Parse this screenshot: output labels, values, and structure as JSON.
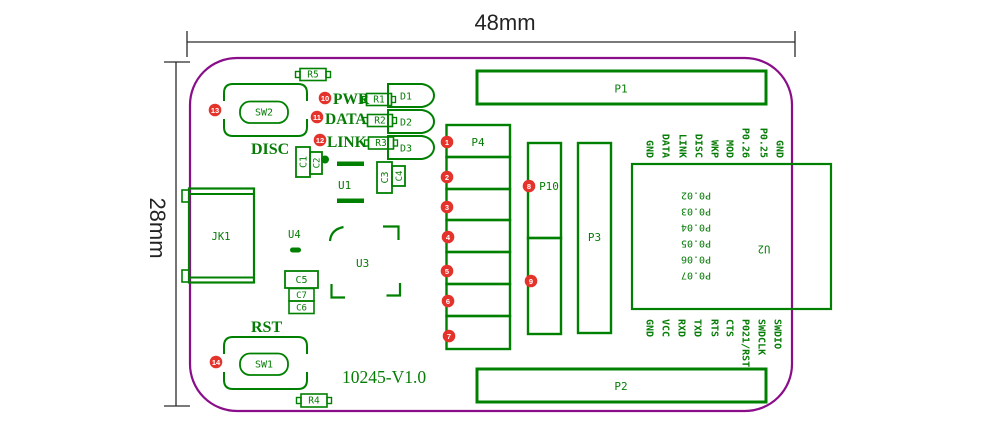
{
  "dimensions": {
    "width": "48mm",
    "height": "28mm"
  },
  "refs": {
    "r1": "R1",
    "r2": "R2",
    "r3": "R3",
    "r4": "R4",
    "r5": "R5",
    "c1": "C1",
    "c2": "C2",
    "c3": "C3",
    "c4": "C4",
    "c5": "C5",
    "c6": "C6",
    "c7": "C7",
    "d1": "D1",
    "d2": "D2",
    "d3": "D3",
    "u1": "U1",
    "u2": "U2",
    "u3": "U3",
    "u4": "U4",
    "sw1": "SW1",
    "sw2": "SW2",
    "jk1": "JK1",
    "p1": "P1",
    "p2": "P2",
    "p3": "P3",
    "p4": "P4",
    "p10": "P10"
  },
  "labels": {
    "pwr": "PWR",
    "data": "DATA",
    "link": "LINK",
    "disc": "DISC",
    "rst": "RST",
    "version": "10245-V1.0"
  },
  "u2_pins": {
    "top": [
      "GND",
      "DATA",
      "LINK",
      "DISC",
      "WKP",
      "MOD",
      "P0.26",
      "P0.25",
      "GND"
    ],
    "bottom": [
      "GND",
      "VCC",
      "RXD",
      "TXD",
      "RTS",
      "CTS",
      "P021/RST",
      "SWDCLK",
      "SWDIO"
    ],
    "interior": [
      "P0.02",
      "P0.03",
      "P0.04",
      "P0.05",
      "P0.06",
      "P0.07"
    ]
  },
  "markers": [
    "1",
    "2",
    "3",
    "4",
    "5",
    "6",
    "7",
    "8",
    "9",
    "10",
    "11",
    "12",
    "13",
    "14"
  ],
  "colors": {
    "silkscreen": "#008000",
    "text_green": "#067C06",
    "board_outline": "#8A0D8A",
    "marker_red": "#E3332B"
  }
}
